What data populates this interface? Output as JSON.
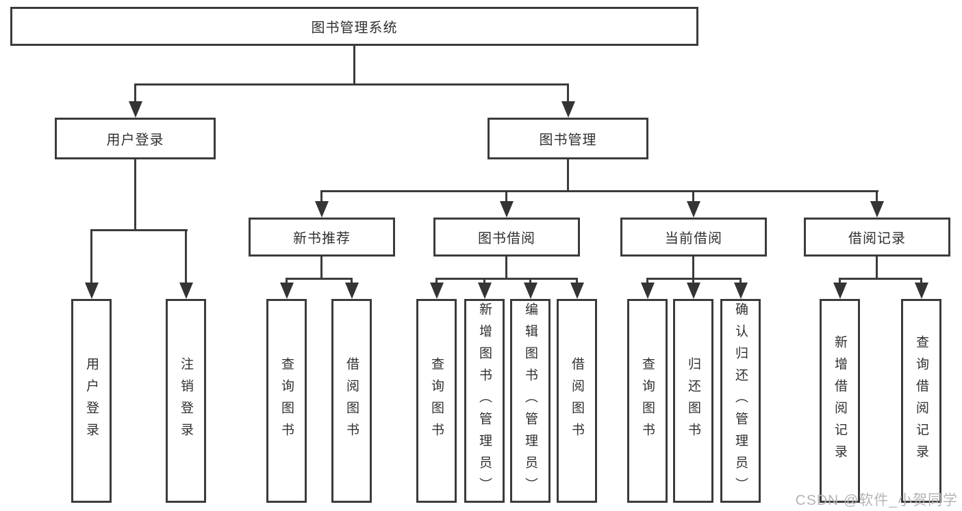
{
  "diagram_title": "图书管理系统",
  "tree": {
    "label": "图书管理系统",
    "children": [
      {
        "label": "用户登录",
        "children": [
          {
            "label": "用户登录"
          },
          {
            "label": "注销登录"
          }
        ]
      },
      {
        "label": "图书管理",
        "children": [
          {
            "label": "新书推荐",
            "children": [
              {
                "label": "查询图书"
              },
              {
                "label": "借阅图书"
              }
            ]
          },
          {
            "label": "图书借阅",
            "children": [
              {
                "label": "查询图书"
              },
              {
                "label": "新增图书（管理员）"
              },
              {
                "label": "编辑图书（管理员）"
              },
              {
                "label": "借阅图书"
              }
            ]
          },
          {
            "label": "当前借阅",
            "children": [
              {
                "label": "查询图书"
              },
              {
                "label": "归还图书"
              },
              {
                "label": "确认归还（管理员）"
              }
            ]
          },
          {
            "label": "借阅记录",
            "children": [
              {
                "label": "新增借阅记录"
              },
              {
                "label": "查询借阅记录"
              }
            ]
          }
        ]
      }
    ]
  },
  "watermark": {
    "text": "CSDN @软件_小贺同学"
  },
  "colors": {
    "line": "#3b3b3b",
    "text": "#303030",
    "background": "#ffffff",
    "watermark": "#b5b5b5"
  }
}
